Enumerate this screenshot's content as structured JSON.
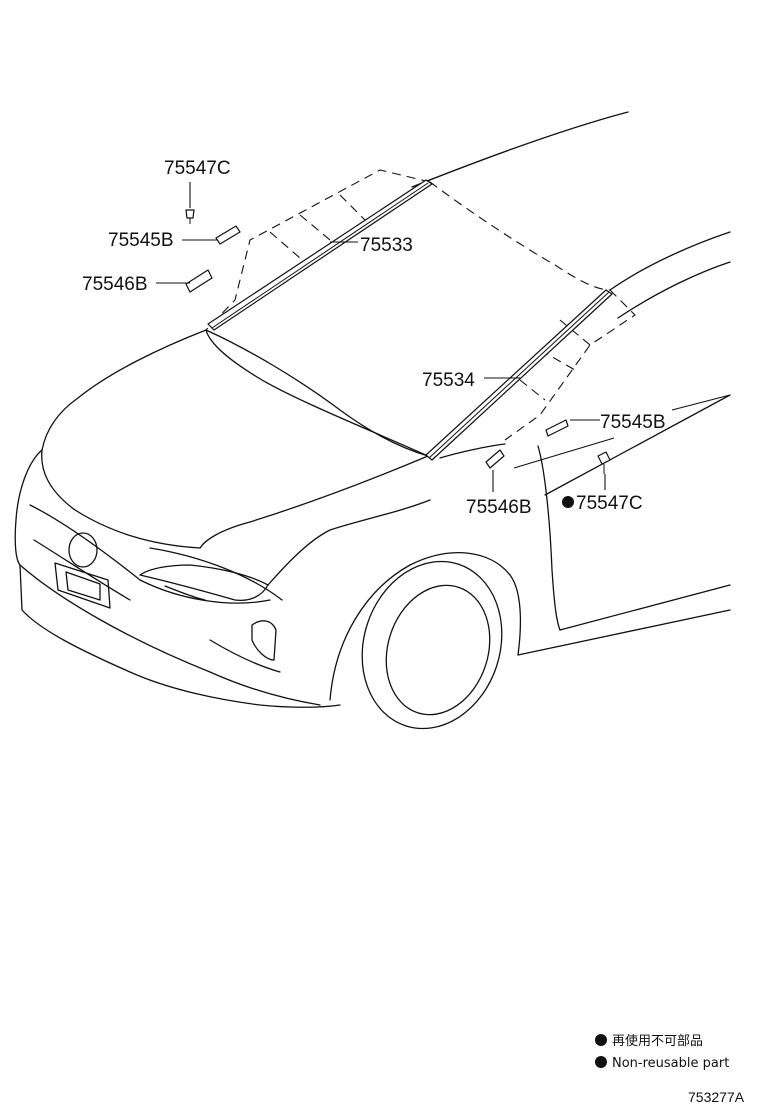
{
  "callouts": {
    "p75547C_top": "75547C",
    "p75545B_top": "75545B",
    "p75533": "75533",
    "p75546B_top": "75546B",
    "p75534": "75534",
    "p75545B_right": "75545B",
    "p75546B_bottom": "75546B",
    "p75547C_bottom": "75547C"
  },
  "legend": {
    "japanese": "再使用不可部品",
    "english": "Non-reusable part"
  },
  "figure_code": "753277A"
}
